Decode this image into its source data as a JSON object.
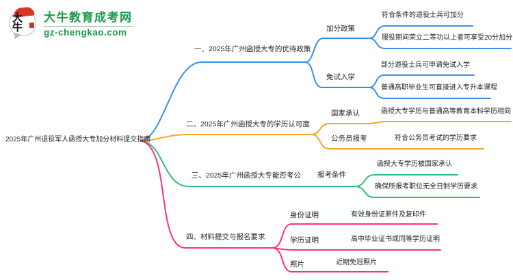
{
  "brand": {
    "logo_text": "大牛",
    "title": "大牛教育成考网",
    "domain": "gz-chengkao.com",
    "green": "#199b4d",
    "red": "#d9352a"
  },
  "colors": {
    "branch1": "#3a8ee8",
    "branch2": "#f5a623",
    "branch3": "#2ebe76",
    "branch4": "#fa307e",
    "text": "#1f1f1f"
  },
  "root": {
    "label": "2025年广州退役军人函授大专加分材料提交指南"
  },
  "branches": [
    {
      "label": "一、2025年广州函授大专的优待政策",
      "children": [
        {
          "label": "加分政策",
          "children": [
            {
              "label": "符合条件的退役士兵可加分"
            },
            {
              "label": "服役期间荣立二等功以上者可享受20分加分"
            }
          ]
        },
        {
          "label": "免试入学",
          "children": [
            {
              "label": "部分退役士兵可申请免试入学"
            },
            {
              "label": "普通高职毕业生可直接进入专升本课程"
            }
          ]
        }
      ]
    },
    {
      "label": "二、2025年广州函授大专的学历认可度",
      "children": [
        {
          "label": "国家承认",
          "children": [
            {
              "label": "函授大专学历与普通高等教育本科学历相同"
            }
          ]
        },
        {
          "label": "公务员报考",
          "children": [
            {
              "label": "符合公务员考试的学历要求"
            }
          ]
        }
      ]
    },
    {
      "label": "三、2025年广州函授大专能否考公",
      "children": [
        {
          "label": "报考条件",
          "children": [
            {
              "label": "函授大专学历被国家承认"
            },
            {
              "label": "确保所报考职位无全日制学历要求"
            }
          ]
        }
      ]
    },
    {
      "label": "四、材料提交与报名要求",
      "children": [
        {
          "label": "身份证明",
          "children": [
            {
              "label": "有效身份证原件及复印件"
            }
          ]
        },
        {
          "label": "学历证明",
          "children": [
            {
              "label": "高中毕业证书或同等学历证明"
            }
          ]
        },
        {
          "label": "照片",
          "children": [
            {
              "label": "近期免冠照片"
            }
          ]
        }
      ]
    }
  ]
}
